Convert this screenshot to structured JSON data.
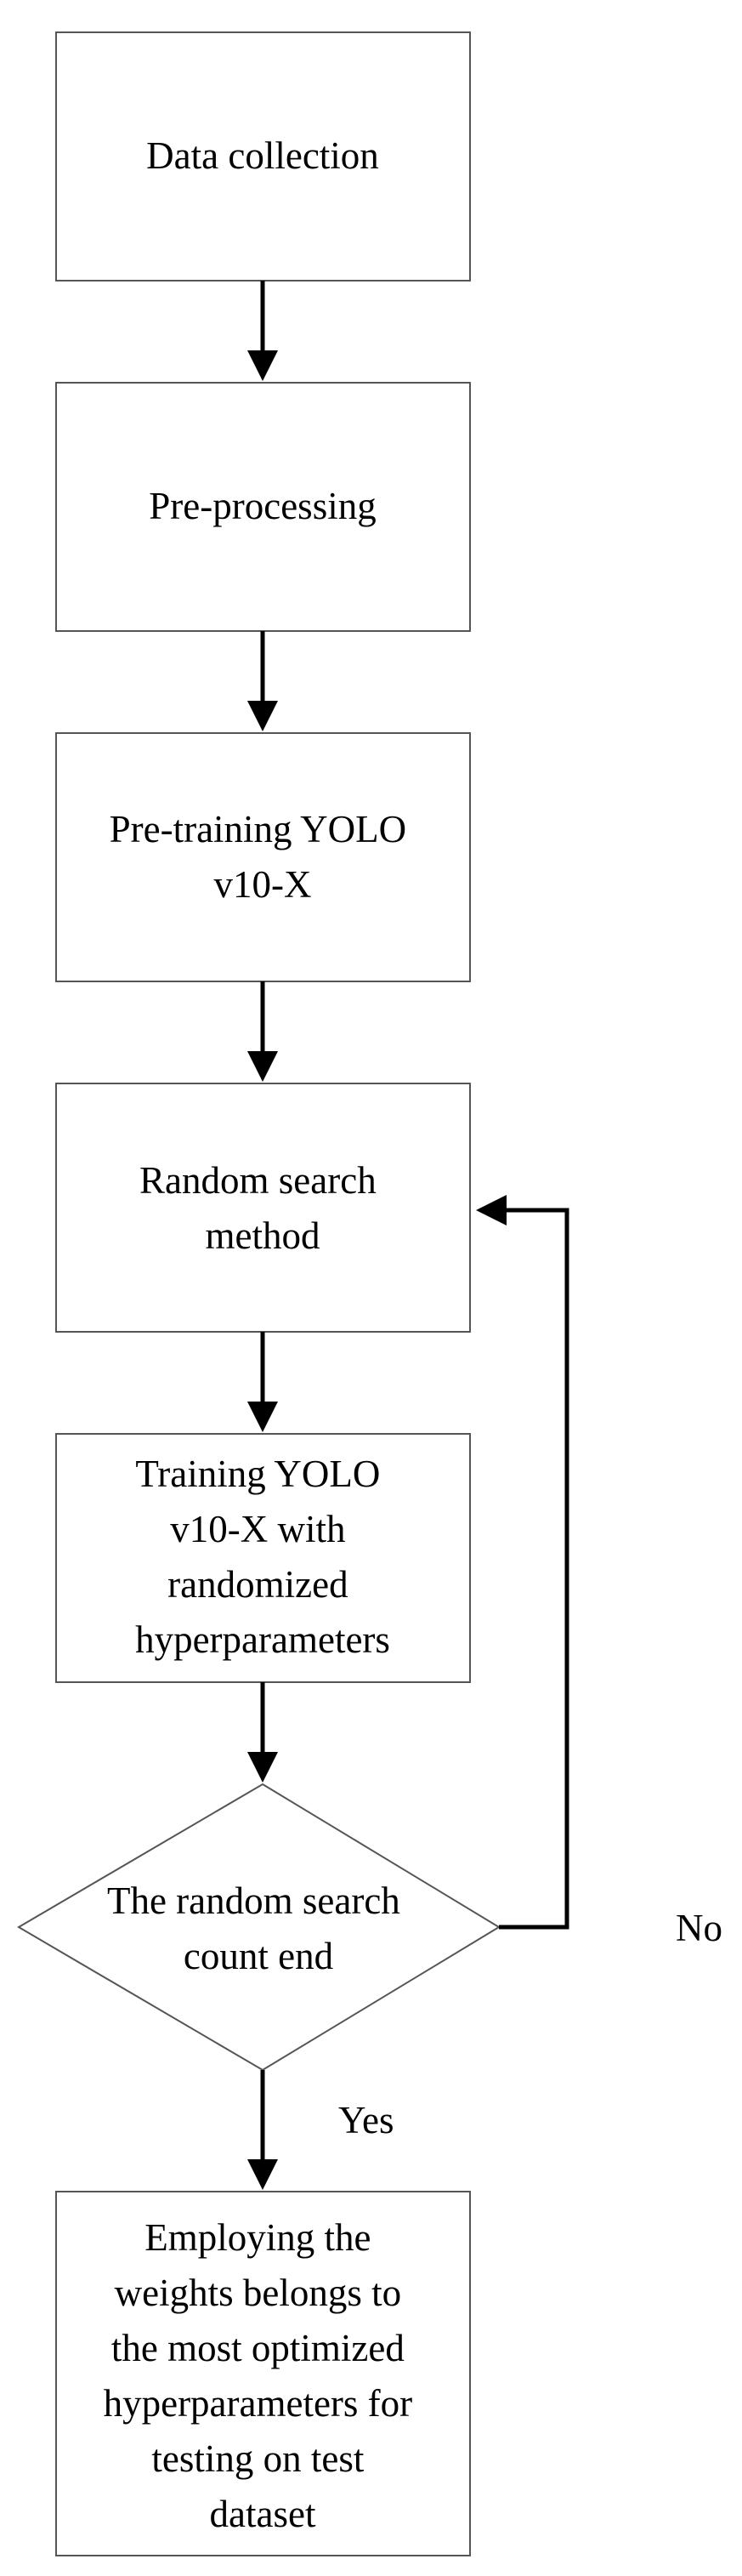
{
  "nodes": {
    "data_collection": {
      "lines": [
        "Data collection"
      ]
    },
    "preprocessing": {
      "lines": [
        "Pre-processing"
      ]
    },
    "pretraining": {
      "lines": [
        "Pre-training YOLO",
        "v10-X"
      ]
    },
    "random_search": {
      "lines": [
        "Random search",
        "method"
      ]
    },
    "training": {
      "lines": [
        "Training YOLO",
        "v10-X with",
        "randomized",
        "hyperparameters"
      ]
    },
    "decision": {
      "lines": [
        "The random search",
        "count end"
      ]
    },
    "employing": {
      "lines": [
        "Employing the",
        "weights belongs to",
        "the most optimized",
        "hyperparameters for",
        "testing on test",
        "dataset"
      ]
    }
  },
  "edge_labels": {
    "no": "No",
    "yes": "Yes"
  }
}
